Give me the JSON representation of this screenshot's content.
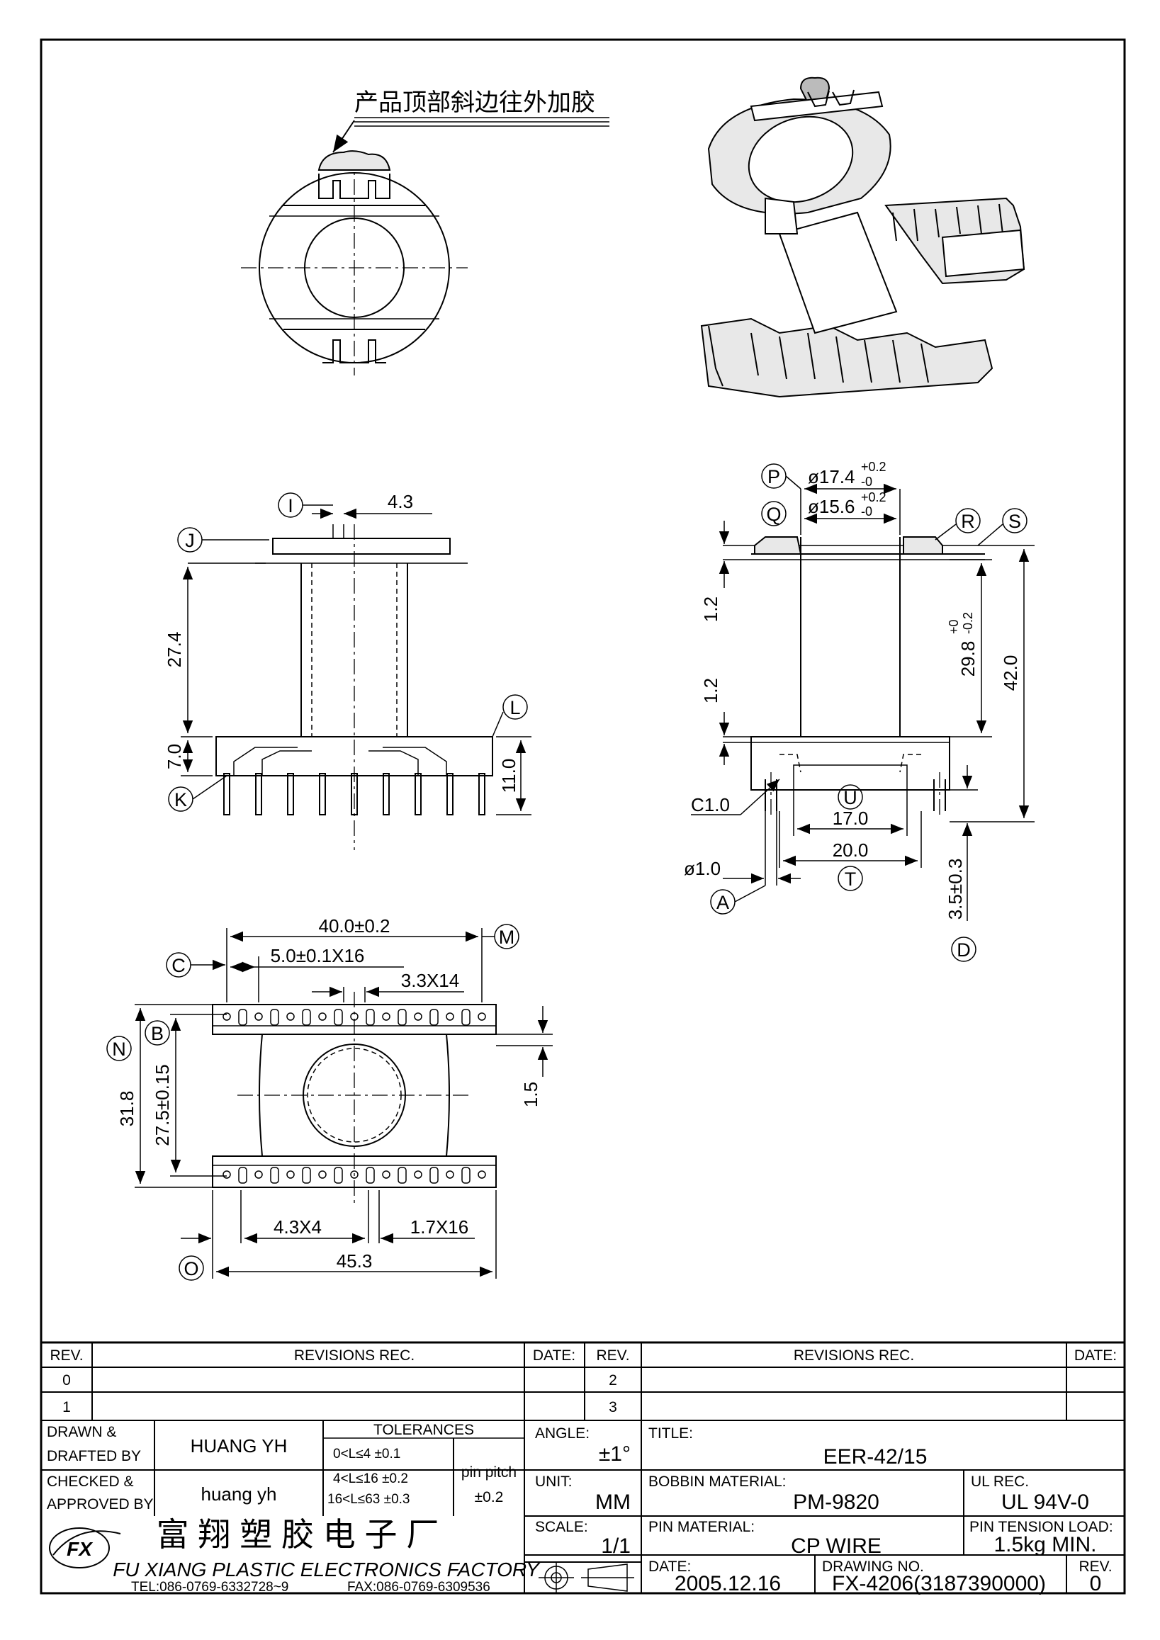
{
  "note": "产品顶部斜边往外加胶",
  "views": {
    "side_view": {
      "dims": {
        "width_top": "4.3",
        "height": "27.4",
        "base": "7.0",
        "total": "11.0"
      },
      "labels": {
        "i": "I",
        "j": "J",
        "k": "K",
        "l": "L"
      }
    },
    "front_view": {
      "dims": {
        "outer_dia": "ø17.4",
        "outer_tol_up": "+0.2",
        "outer_tol_dn": "-0",
        "inner_dia": "ø15.6",
        "inner_tol_up": "+0.2",
        "inner_tol_dn": "-0",
        "flange_top": "1.2",
        "flange_mid": "1.2",
        "winding": "29.8",
        "winding_tol_up": "+0",
        "winding_tol_dn": "-0.2",
        "height": "42.0",
        "chamfer": "C1.0",
        "inner_w": "17.0",
        "outer_w": "20.0",
        "pin_dia": "ø1.0",
        "pin_len": "3.5±0.3"
      },
      "labels": {
        "p": "P",
        "q": "Q",
        "r": "R",
        "s": "S",
        "u": "U",
        "t": "T",
        "a": "A",
        "d": "D"
      }
    },
    "bottom_view": {
      "dims": {
        "pin_span": "40.0±0.2",
        "pitch": "5.0±0.1X16",
        "slot": "3.3X14",
        "total_h": "31.8",
        "row_span": "27.5±0.15",
        "thick": "1.5",
        "slot_b": "4.3X4",
        "slot_c": "1.7X16",
        "width": "45.3"
      },
      "labels": {
        "c": "C",
        "m": "M",
        "n": "N",
        "b": "B",
        "o": "O"
      }
    }
  },
  "title_block": {
    "rev_header": "REV.",
    "revisions_header": "REVISIONS   REC.",
    "date_header": "DATE:",
    "rev_rows": [
      "0",
      "1",
      "2",
      "3"
    ],
    "drawn_label_1": "DRAWN  &",
    "drawn_label_2": "DRAFTED BY",
    "drawn_by": "HUANG YH",
    "checked_label_1": "CHECKED  &",
    "checked_label_2": "APPROVED BY",
    "checked_by": "huang yh",
    "tolerances_label": "TOLERANCES",
    "tol_1": "0<L≤4    ±0.1",
    "tol_2": "4<L≤16  ±0.2",
    "tol_3": "16<L≤63 ±0.3",
    "pin_pitch_label": "pin pitch",
    "pin_pitch_value": "±0.2",
    "angle_label": "ANGLE:",
    "angle_value": "±1°",
    "unit_label": "UNIT:",
    "unit_value": "MM",
    "scale_label": "SCALE:",
    "scale_value": "1/1",
    "title_label": "TITLE:",
    "title_value": "EER-42/15",
    "bobbin_label": "BOBBIN MATERIAL:",
    "bobbin_value": "PM-9820",
    "ul_label": "UL REC.",
    "ul_value": "UL 94V-0",
    "pin_label": "PIN MATERIAL:",
    "pin_value": "CP WIRE",
    "tension_label": "PIN TENSION LOAD:",
    "tension_value": "1.5kg  MIN.",
    "date_label": "DATE:",
    "date_value": "2005.12.16",
    "drawing_no_label": "DRAWING NO.",
    "drawing_no_value": "FX-4206(3187390000)",
    "rev_label": "REV.",
    "rev_value": "0",
    "company_cn": "富 翔 塑 胶 电 子 厂",
    "company_en": "FU XIANG PLASTIC ELECTRONICS FACTORY",
    "tel": "TEL:086-0769-6332728~9",
    "fax": "FAX:086-0769-6309536",
    "logo_text": "FX"
  }
}
